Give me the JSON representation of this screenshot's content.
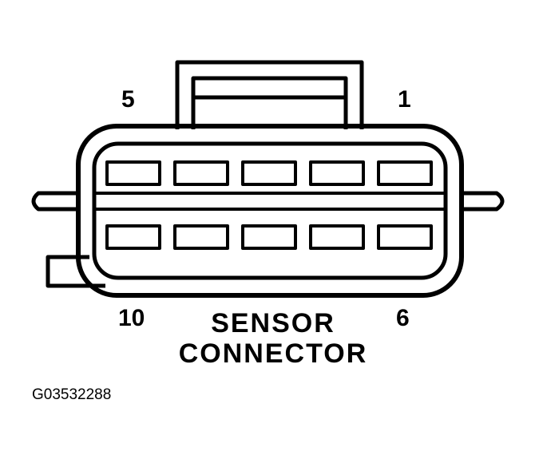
{
  "pin_labels": {
    "top_left": "5",
    "top_right": "1",
    "bottom_left": "10",
    "bottom_right": "6"
  },
  "title": {
    "line1": "SENSOR",
    "line2": "CONNECTOR"
  },
  "figure_id": "G03532288",
  "colors": {
    "ink": "#000000",
    "paper": "#ffffff"
  }
}
